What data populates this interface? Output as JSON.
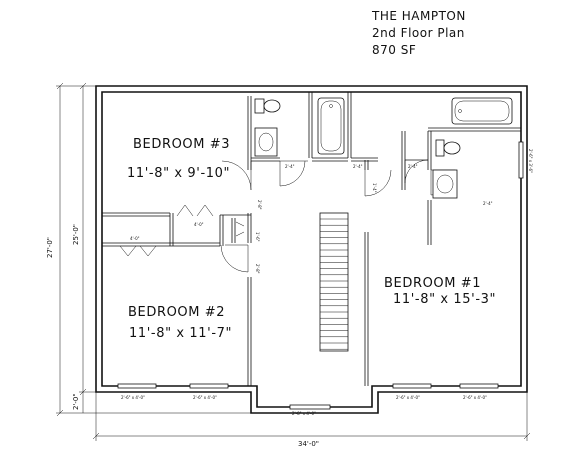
{
  "header": {
    "title": "THE HAMPTON",
    "subtitle": "2nd Floor Plan",
    "area": "870 SF"
  },
  "rooms": [
    {
      "name": "BEDROOM #3",
      "size": "11'-8\" x 9'-10\""
    },
    {
      "name": "BEDROOM #2",
      "size": "11'-8\" x 11'-7\""
    },
    {
      "name": "BEDROOM #1",
      "size": "11'-8\" x 15'-3\""
    }
  ],
  "dimensions": {
    "overall_height": "27'-0\"",
    "main_height": "25'-0\"",
    "bump_height": "2'-0\"",
    "overall_width": "34'-0\""
  },
  "opening_labels": {
    "bath_left_door": "2'-4\"",
    "bath_right_door": "2'-4\"",
    "bed3_door": "2'-8\"",
    "hall_linen_door": "1'-6\"",
    "bed2_door": "2'-8\"",
    "bed1_door": "2'-4\"",
    "bed1_closet_door": "1'-4\"",
    "bed1_bath_door": "2'-4\"",
    "bed2_closet": "4'-0\"",
    "bed3_closet": "4'-0\"",
    "right_window": "2'-6\" x 3'-6\"",
    "window_bottom_1": "2'-6\" x 4'-0\"",
    "window_bottom_2": "2'-6\" x 4'-0\"",
    "window_bottom_3": "2'-6\" x 4'-0\"",
    "window_bottom_4": "2'-6\" x 4'-0\"",
    "stair_window": "2'-8\" x 4'-0\""
  }
}
